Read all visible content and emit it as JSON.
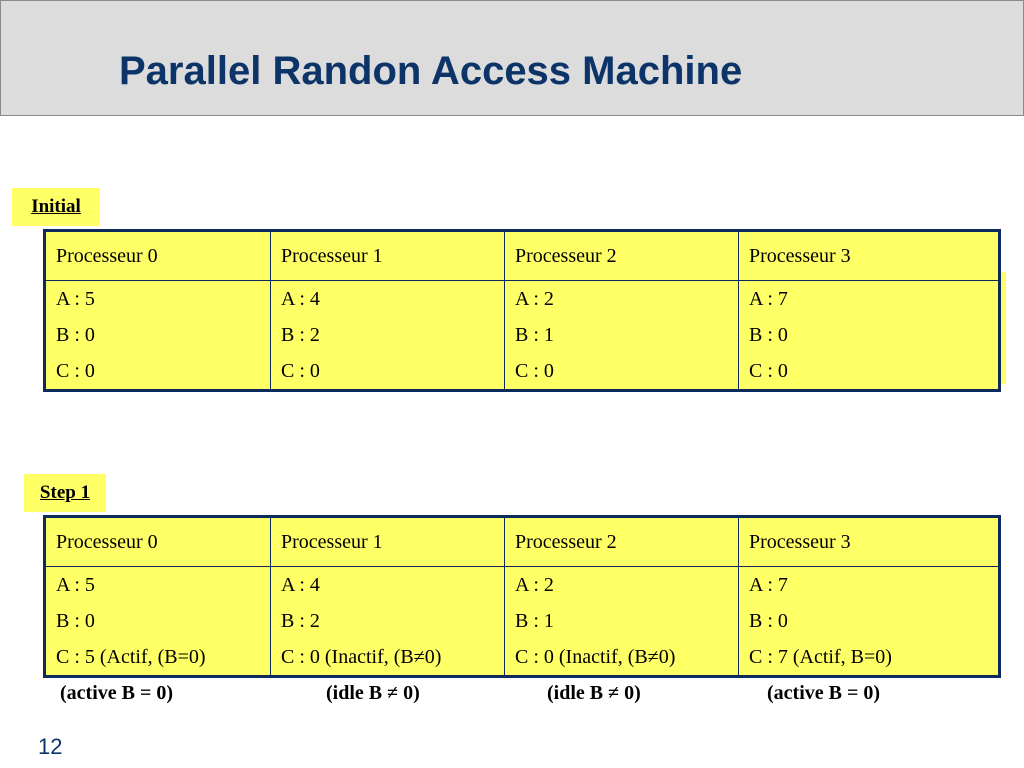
{
  "slide": {
    "title": "Parallel Randon Access Machine",
    "page_number": "12"
  },
  "colors": {
    "title_text": "#0c3468",
    "highlight": "#ffff66",
    "table_border": "#0c2a5c",
    "title_bar": "#dcdcdc"
  },
  "initial": {
    "label": "Initial",
    "headers": [
      "Processeur 0",
      "Processeur 1",
      "Processeur 2",
      "Processeur 3"
    ],
    "cells": [
      [
        "A : 5",
        "B : 0",
        "C : 0"
      ],
      [
        "A : 4",
        "B : 2",
        "C : 0"
      ],
      [
        "A : 2",
        "B : 1",
        "C : 0"
      ],
      [
        "A : 7",
        "B : 0",
        "C : 0"
      ]
    ]
  },
  "step1": {
    "label": "Step 1",
    "headers": [
      "Processeur 0",
      "Processeur 1",
      "Processeur 2",
      "Processeur 3"
    ],
    "cells": [
      [
        "A : 5",
        "B : 0",
        "C : 5   (Actif, (B=0)"
      ],
      [
        "A : 4",
        "B : 2",
        "C : 0  (Inactif, (B≠0)"
      ],
      [
        "A : 2",
        "B : 1",
        "C : 0 (Inactif, (B≠0)"
      ],
      [
        "A : 7",
        "B : 0",
        "C : 7 (Actif, B=0)"
      ]
    ]
  },
  "notes": [
    "(active B = 0)",
    "(idle B ≠ 0)",
    "(idle B ≠ 0)",
    "(active B = 0)"
  ]
}
